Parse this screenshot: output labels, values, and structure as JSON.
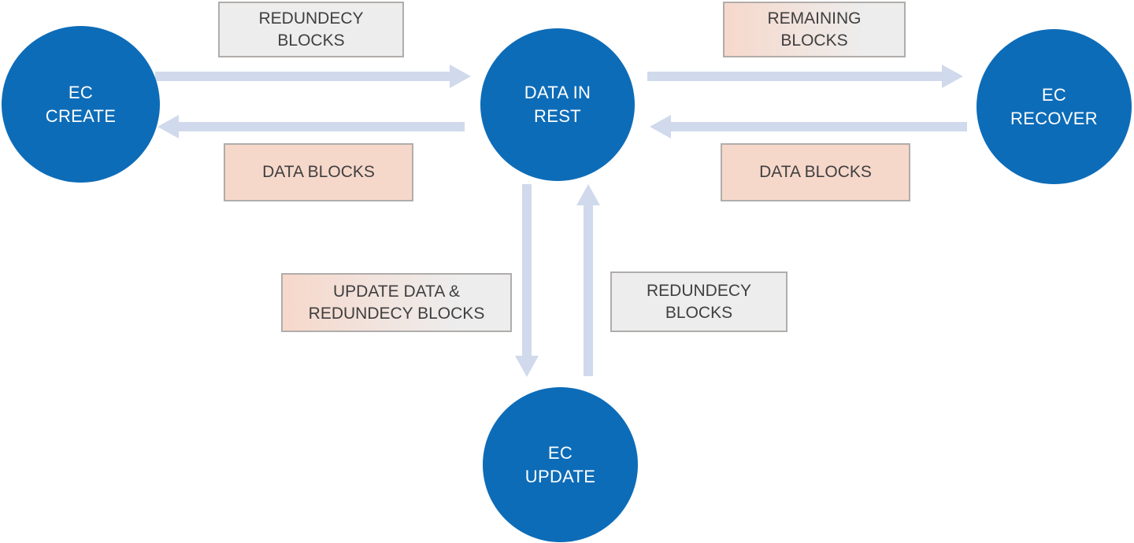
{
  "diagram": {
    "type": "flow-diagram",
    "colors": {
      "node_fill": "#0d6cb8",
      "node_text": "#ffffff",
      "arrow": "#d0daec",
      "box_gray_fill": "#ededed",
      "box_pink_fill": "#f6d8cb",
      "box_border": "#b0adab",
      "label_text": "#3f3f3f",
      "background": "#ffffff"
    },
    "nodes": [
      {
        "id": "ec-create",
        "lines": [
          "EC",
          "CREATE"
        ]
      },
      {
        "id": "data-in-rest",
        "lines": [
          "DATA IN",
          "REST"
        ]
      },
      {
        "id": "ec-recover",
        "lines": [
          "EC",
          "RECOVER"
        ]
      },
      {
        "id": "ec-update",
        "lines": [
          "EC",
          "UPDATE"
        ]
      }
    ],
    "edge_labels": [
      {
        "id": "redundecy-blocks-top",
        "style": "gray",
        "lines": [
          "REDUNDECY",
          "BLOCKS"
        ]
      },
      {
        "id": "remaining-blocks",
        "style": "gradient",
        "lines": [
          "REMAINING",
          "BLOCKS"
        ]
      },
      {
        "id": "data-blocks-left",
        "style": "pink",
        "lines": [
          "DATA BLOCKS"
        ]
      },
      {
        "id": "data-blocks-right",
        "style": "pink",
        "lines": [
          "DATA BLOCKS"
        ]
      },
      {
        "id": "update-data-redundecy",
        "style": "gradient",
        "lines": [
          "UPDATE DATA &",
          "REDUNDECY BLOCKS"
        ]
      },
      {
        "id": "redundecy-blocks-bottom",
        "style": "gray",
        "lines": [
          "REDUNDECY",
          "BLOCKS"
        ]
      }
    ],
    "edges": [
      {
        "from": "EC CREATE",
        "to": "DATA IN REST",
        "direction": "right",
        "label": "REDUNDECY BLOCKS"
      },
      {
        "from": "DATA IN REST",
        "to": "EC CREATE",
        "direction": "left",
        "label": "DATA BLOCKS"
      },
      {
        "from": "DATA IN REST",
        "to": "EC RECOVER",
        "direction": "right",
        "label": "REMAINING BLOCKS"
      },
      {
        "from": "EC RECOVER",
        "to": "DATA IN REST",
        "direction": "left",
        "label": "DATA BLOCKS"
      },
      {
        "from": "DATA IN REST",
        "to": "EC UPDATE",
        "direction": "down",
        "label": "UPDATE DATA & REDUNDECY BLOCKS"
      },
      {
        "from": "EC UPDATE",
        "to": "DATA IN REST",
        "direction": "up",
        "label": "REDUNDECY BLOCKS"
      }
    ]
  }
}
